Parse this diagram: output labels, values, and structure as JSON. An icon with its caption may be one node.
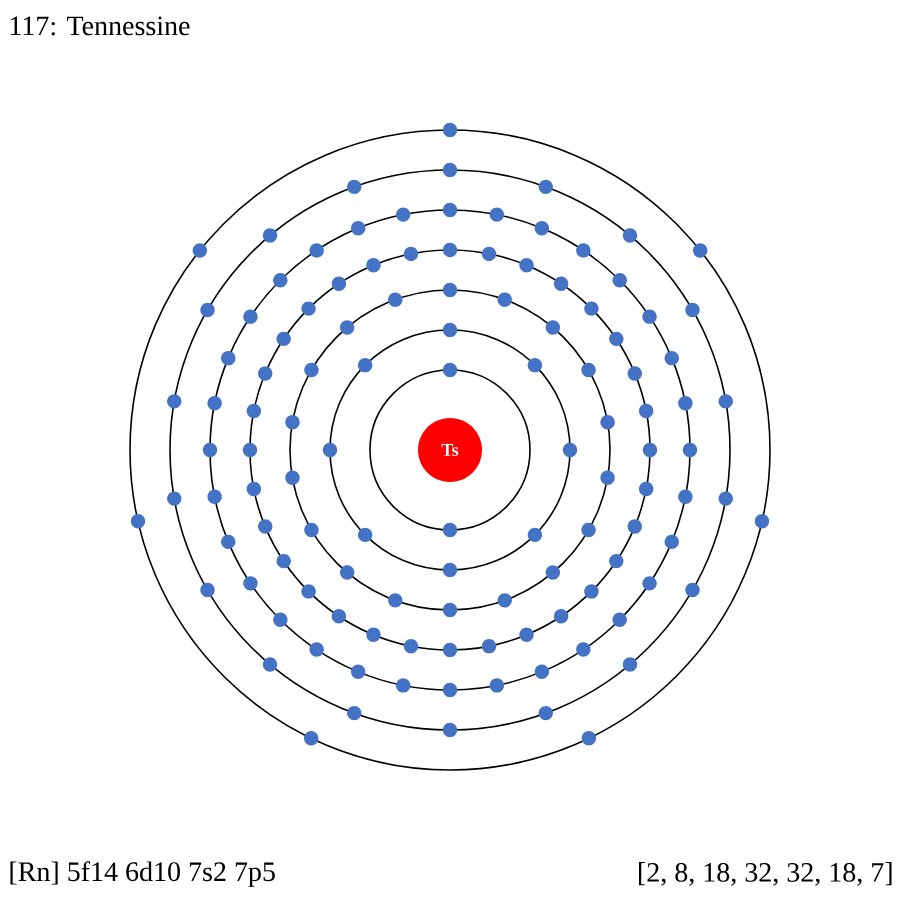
{
  "diagram": {
    "title": "117: Tennessine",
    "nodes": [
      {
        "text": [
          "Ts"
        ]
      }
    ],
    "labels": [
      "[Rn] 5f14 6d10 7s2 7p5",
      "[2, 8, 18, 32, 32, 18, 7]"
    ]
  }
}
